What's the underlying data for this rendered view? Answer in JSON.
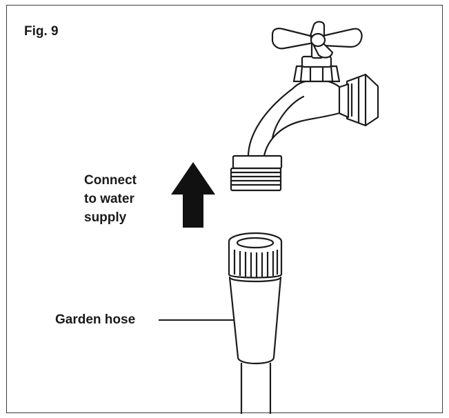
{
  "figure": {
    "label": "Fig. 9"
  },
  "instruction": {
    "line1": "Connect",
    "line2": "to water",
    "line3": "supply"
  },
  "callout": {
    "hose_label": "Garden hose"
  },
  "colors": {
    "outline": "#1a1a1a",
    "fill": "#ffffff",
    "arrow": "#111111",
    "border": "#3a3a3a"
  }
}
